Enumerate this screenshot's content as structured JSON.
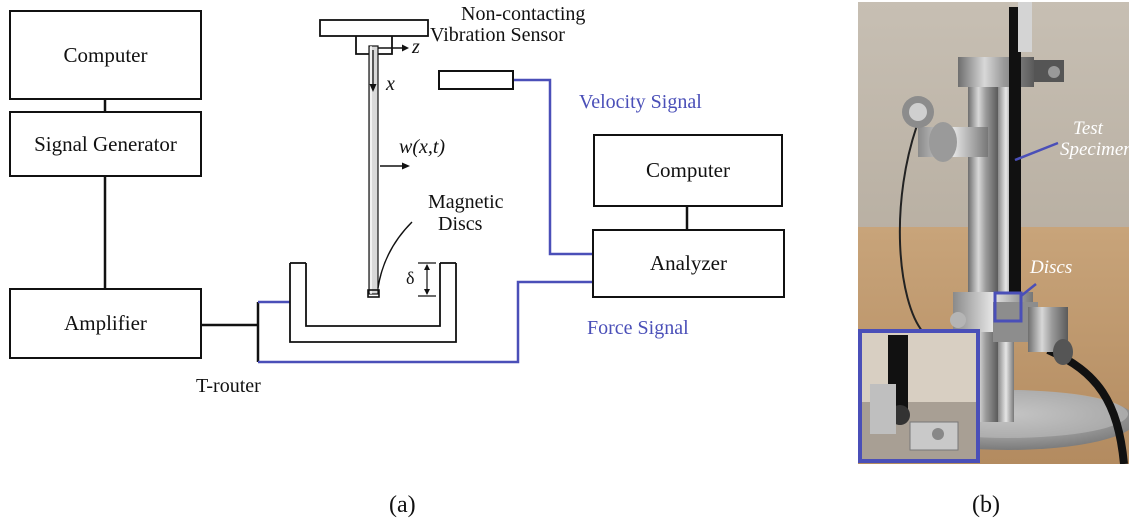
{
  "panel_a": {
    "boxes": {
      "computer_left": "Computer",
      "signal_generator": "Signal Generator",
      "amplifier": "Amplifier",
      "computer_right": "Computer",
      "analyzer": "Analyzer"
    },
    "labels": {
      "sensor_line1": "Non-contacting",
      "sensor_line2": "Vibration Sensor",
      "velocity_signal": "Velocity Signal",
      "force_signal": "Force Signal",
      "t_router": "T-router",
      "magnetic_line1": "Magnetic",
      "magnetic_line2": "Discs",
      "axis_z": "z",
      "axis_x": "x",
      "deflection": "w(x,t)",
      "delta": "δ"
    },
    "caption": "(a)"
  },
  "panel_b": {
    "labels": {
      "test_line1": "Test",
      "test_line2": "Specimen",
      "discs": "Discs"
    },
    "caption": "(b)"
  },
  "colors": {
    "signal_wire": "#4a4fb8",
    "line": "#111111"
  }
}
